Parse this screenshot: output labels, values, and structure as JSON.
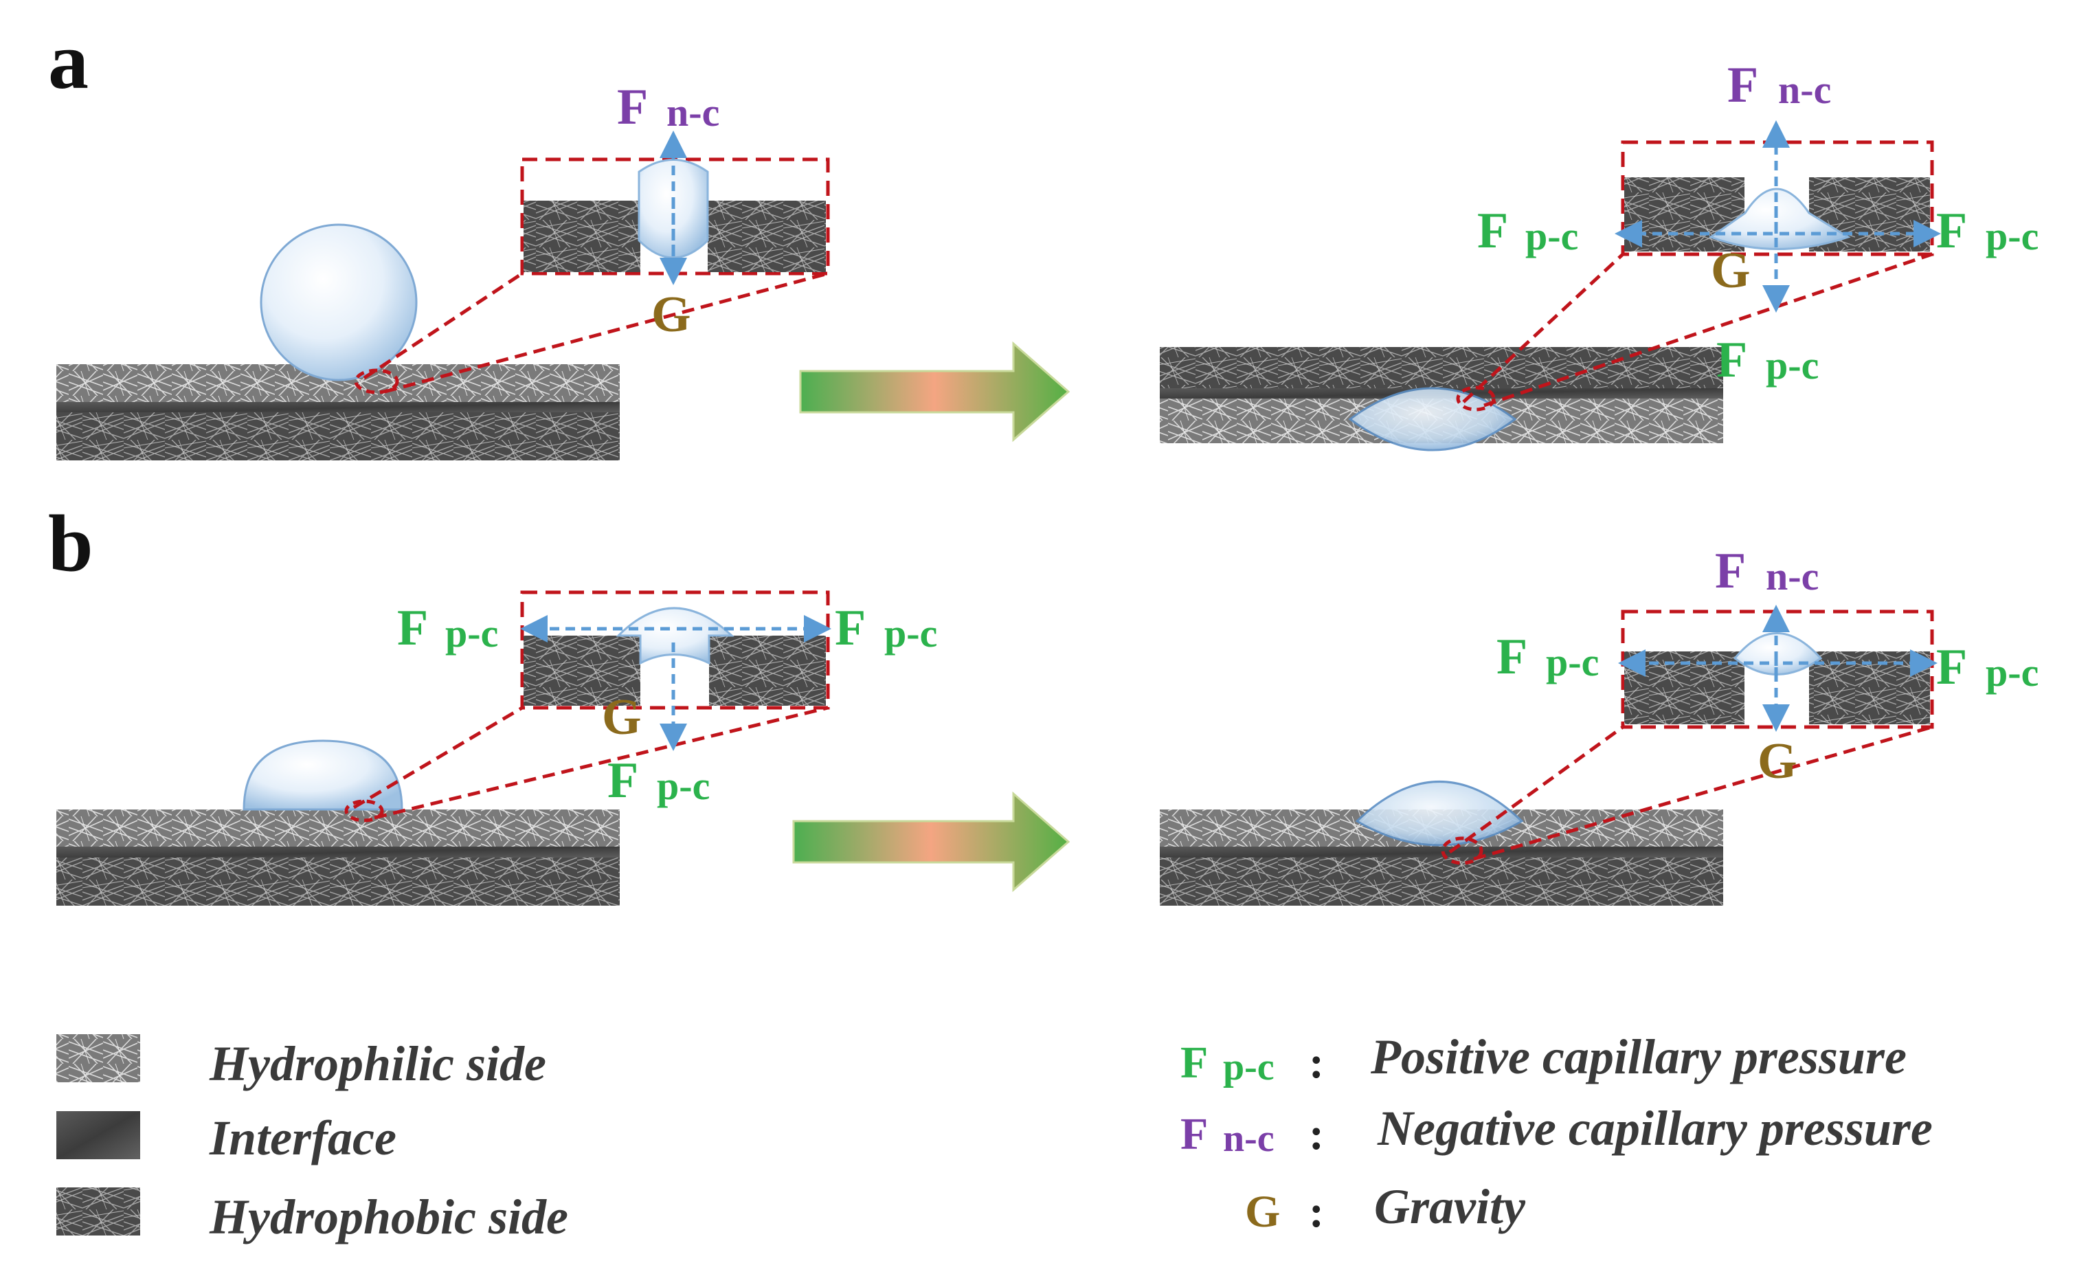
{
  "panels": {
    "a": {
      "label": "a"
    },
    "b": {
      "label": "b"
    }
  },
  "symbols": {
    "f": "F",
    "n_c": "n-c",
    "p_c": "p-c",
    "g": "G"
  },
  "legend": {
    "materials": [
      {
        "name": "Hydrophilic side"
      },
      {
        "name": "Interface"
      },
      {
        "name": "Hydrophobic side"
      }
    ],
    "forces": [
      {
        "symbol_main": "F",
        "symbol_sub": "p-c",
        "colon": ":",
        "description": "Positive capillary pressure"
      },
      {
        "symbol_main": "F",
        "symbol_sub": "n-c",
        "colon": ":",
        "description": "Negative capillary pressure"
      },
      {
        "symbol_main": "G",
        "symbol_sub": "",
        "colon": ":",
        "description": "Gravity"
      }
    ]
  },
  "colors": {
    "positive_capillary": "#2bb24c",
    "negative_capillary": "#7b3fa8",
    "gravity": "#8b6a1c",
    "arrow_dash": "#5b9bd5",
    "zoom_box": "#c0141b",
    "droplet": "#cfe2f3",
    "flow_arrow_start": "#4caf50",
    "flow_arrow_mid": "#f4a582"
  }
}
